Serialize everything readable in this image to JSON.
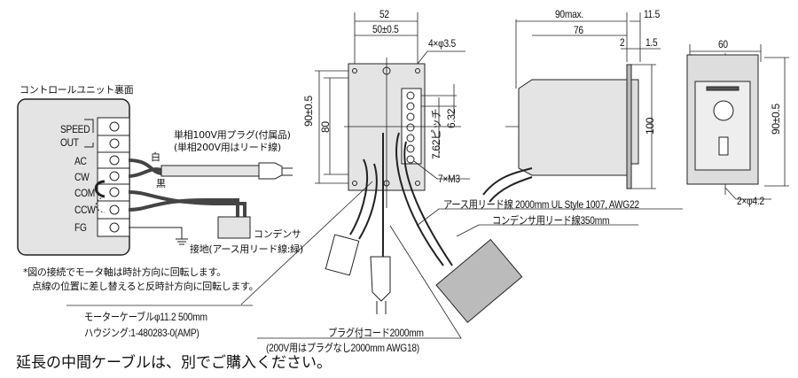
{
  "control_unit": {
    "title": "コントロールユニット裏面",
    "terminals": [
      "SPEED",
      "OUT",
      "AC",
      "CW",
      "COM",
      "CCW",
      "FG"
    ],
    "plug_label": "単相100V用プラグ(付属品)",
    "plug_note": "(単相200V用はリード線)",
    "wire_white": "白",
    "wire_black": "黒",
    "capacitor": "コンデンサ",
    "ground": "接地(アース用リード線:緑)"
  },
  "notes": [
    "*図の接続でモータ軸は時計方向に回転します。",
    "点線の位置に差し替えると反時計方向に回転します。"
  ],
  "front_view": {
    "width_outer": "52",
    "width_pitch": "50±0.5",
    "holes": "4×φ3.5",
    "height_pitch": "90±0.5",
    "height_inner": "80",
    "pitch": "7.62ピッチ",
    "pitch2": "6.32",
    "screws": "7×M3"
  },
  "side_view": {
    "length_max": "90max.",
    "length_body": "76",
    "flange": "2",
    "offset_1": "11.5",
    "offset_2": "1.5",
    "height": "100"
  },
  "rear_view": {
    "width": "60",
    "height_pitch": "90±0.5",
    "holes": "2×φ4.2"
  },
  "leads": {
    "ground_lead": "アース用リード線 2000mm  UL Style 1007, AWG22",
    "capacitor_lead": "コンデンサ用リード線350mm",
    "motor_cable": "モーターケーブルφ11.2  500mm",
    "housing": "ハウジング:1-480283-0(AMP)",
    "plug_cord": "プラグ付コード2000mm",
    "plug_cord_note": "(200V用はプラグなし2000mm AWG18)"
  },
  "footer": "延長の中間ケーブルは、別でご購入ください。"
}
